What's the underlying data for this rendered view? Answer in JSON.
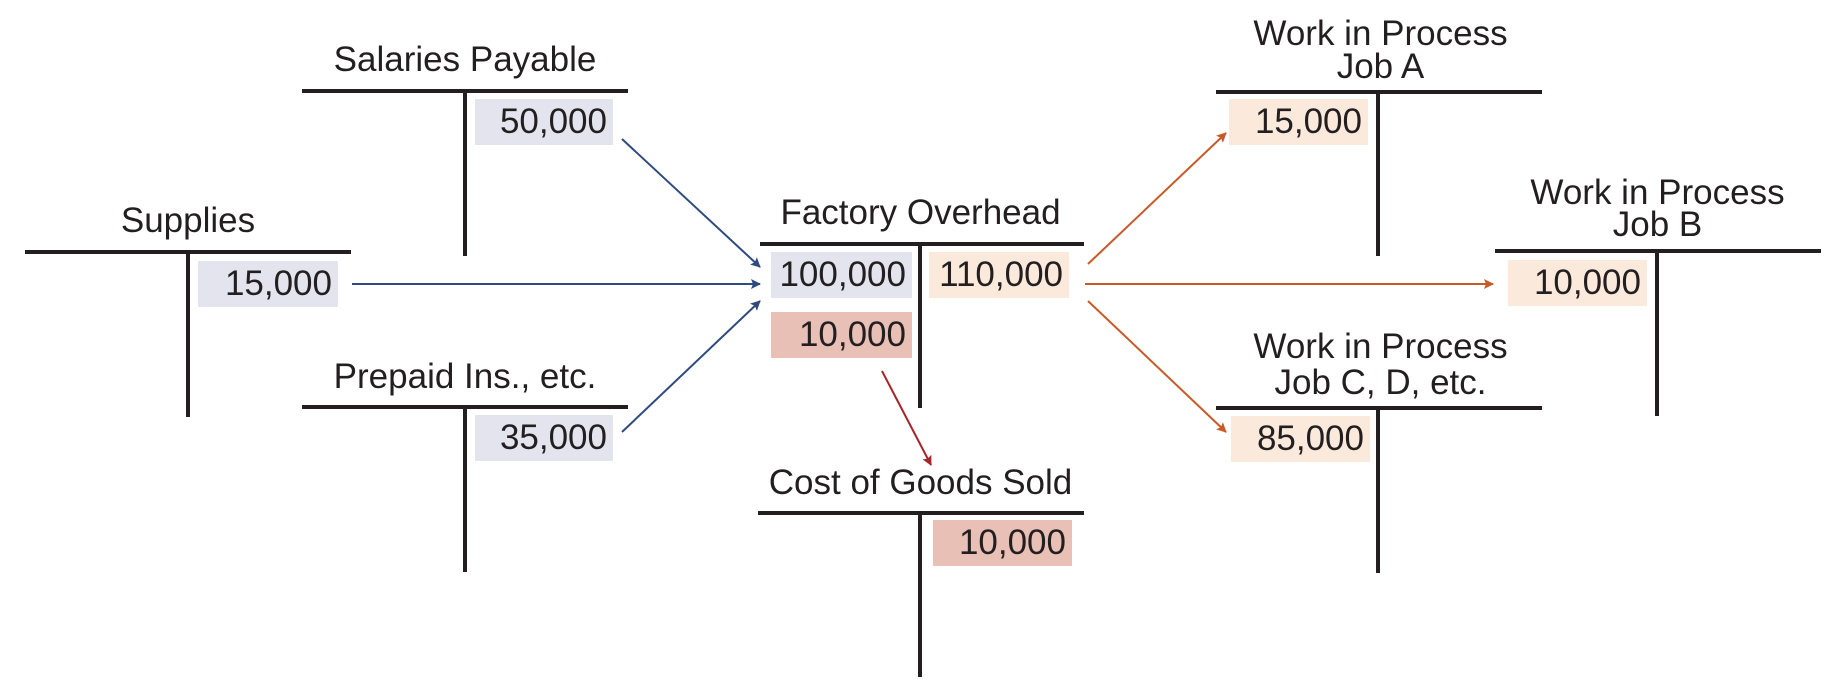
{
  "accounts": {
    "salaries_payable": {
      "title": "Salaries Payable",
      "debit": "",
      "credit": "50,000"
    },
    "supplies": {
      "title": "Supplies",
      "credit": "15,000"
    },
    "prepaid": {
      "title": "Prepaid Ins., etc.",
      "credit": "35,000"
    },
    "factory_overhead": {
      "title": "Factory Overhead",
      "debit_1": "100,000",
      "debit_2": "10,000",
      "credit": "110,000"
    },
    "cogs": {
      "title": "Cost of Goods Sold",
      "credit": "10,000"
    },
    "wip_a": {
      "title_line1": "Work in Process",
      "title_line2": "Job A",
      "debit": "15,000"
    },
    "wip_b": {
      "title_line1": "Work in Process",
      "title_line2": "Job B",
      "debit": "10,000"
    },
    "wip_c": {
      "title_line1": "Work in Process",
      "title_line2": "Job C, D, etc.",
      "debit": "85,000"
    }
  },
  "colors": {
    "line": "#231f20",
    "blue_arrow": "#2f4a7e",
    "orange_arrow": "#c85a28",
    "red_arrow": "#a5262a",
    "blue_highlight": "#e3e4ed",
    "orange_highlight": "#fbe9dc",
    "red_highlight": "#e8c0b6"
  }
}
